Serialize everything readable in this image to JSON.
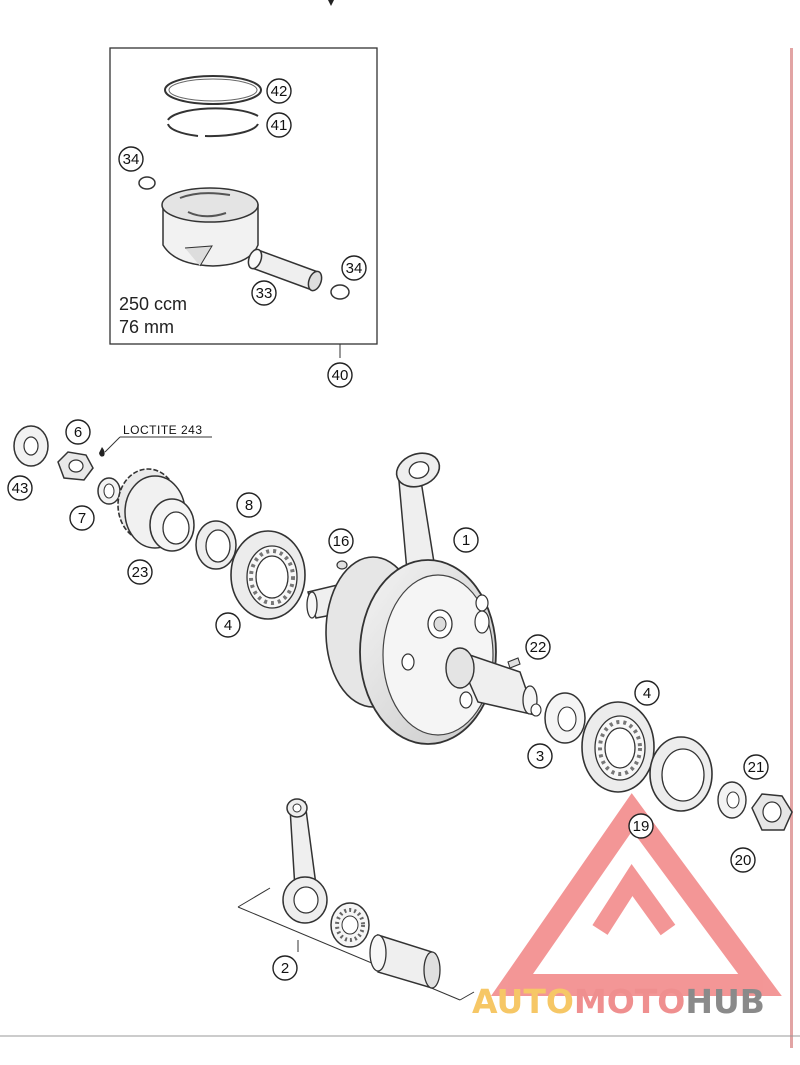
{
  "kit_box": {
    "displacement": "250 ccm",
    "bore": "76 mm"
  },
  "note": "LOCTITE 243",
  "callouts": [
    "42",
    "41",
    "34",
    "34",
    "33",
    "40",
    "6",
    "43",
    "7",
    "23",
    "8",
    "4",
    "16",
    "1",
    "22",
    "4",
    "3",
    "21",
    "19",
    "20",
    "2"
  ],
  "watermark": {
    "part1": "AUTO",
    "part2": "MOTO",
    "part3": "HUB",
    "color1": "#f6c766",
    "color2": "#ef8f8f",
    "color3": "#8a8a8a",
    "logo_color": "#ef7474"
  },
  "colors": {
    "line": "#333333",
    "part_fill": "#e8e8e8",
    "part_shade": "#cfcfcf",
    "edge_bar": "#e2a4a4"
  }
}
